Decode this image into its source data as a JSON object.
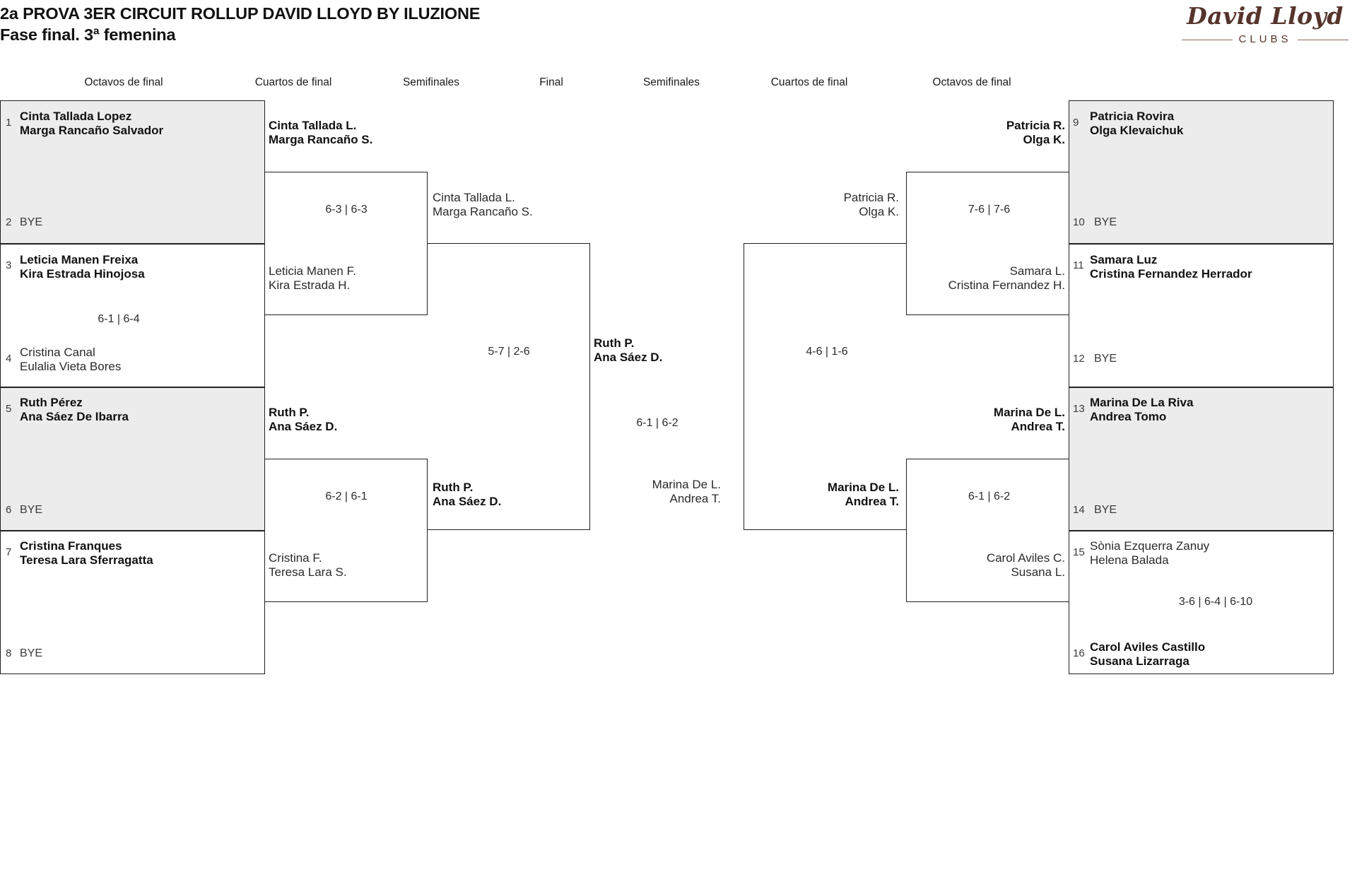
{
  "header": {
    "title_line1": "2a PROVA 3ER CIRCUIT ROLLUP DAVID LLOYD BY ILUZIONE",
    "title_line2": "Fase final. 3ª femenina",
    "logo_script": "David Lloyd",
    "logo_sub": "CLUBS"
  },
  "round_headers": {
    "l_r16": "Octavos de final",
    "l_qf": "Cuartos de final",
    "l_sf": "Semifinales",
    "final": "Final",
    "r_sf": "Semifinales",
    "r_qf": "Cuartos de final",
    "r_r16": "Octavos de final"
  },
  "bracket": {
    "left_r16": [
      {
        "seed": "1",
        "line1": "Cinta Tallada Lopez",
        "line2": "Marga Rancaño Salvador",
        "status": "win"
      },
      {
        "seed": "2",
        "line1": "BYE",
        "line2": "",
        "status": "bye"
      },
      {
        "seed": "3",
        "line1": "Leticia Manen Freixa",
        "line2": "Kira Estrada Hinojosa",
        "status": "win"
      },
      {
        "seed": "4",
        "line1": "Cristina Canal",
        "line2": "Eulalia Vieta Bores",
        "status": "lose"
      },
      {
        "seed": "5",
        "line1": "Ruth Pérez",
        "line2": "Ana Sáez De Ibarra",
        "status": "win"
      },
      {
        "seed": "6",
        "line1": "BYE",
        "line2": "",
        "status": "bye"
      },
      {
        "seed": "7",
        "line1": "Cristina Franques",
        "line2": "Teresa Lara Sferragatta",
        "status": "win"
      },
      {
        "seed": "8",
        "line1": "BYE",
        "line2": "",
        "status": "bye"
      }
    ],
    "right_r16": [
      {
        "seed": "9",
        "line1": "Patricia Rovira",
        "line2": "Olga Klevaichuk",
        "status": "win"
      },
      {
        "seed": "10",
        "line1": "BYE",
        "line2": "",
        "status": "bye"
      },
      {
        "seed": "11",
        "line1": "Samara Luz",
        "line2": "Cristina Fernandez Herrador",
        "status": "win"
      },
      {
        "seed": "12",
        "line1": "BYE",
        "line2": "",
        "status": "bye"
      },
      {
        "seed": "13",
        "line1": "Marina De La Riva",
        "line2": "Andrea Tomo",
        "status": "win"
      },
      {
        "seed": "14",
        "line1": "BYE",
        "line2": "",
        "status": "bye"
      },
      {
        "seed": "15",
        "line1": "Sònia Ezquerra Zanuy",
        "line2": "Helena Balada",
        "status": "lose"
      },
      {
        "seed": "16",
        "line1": "Carol Aviles Castillo",
        "line2": "Susana Lizarraga",
        "status": "win"
      }
    ],
    "left_r16_scores": [
      {
        "value": ""
      },
      {
        "value": "6-1 | 6-4"
      },
      {
        "value": ""
      },
      {
        "value": ""
      }
    ],
    "right_r16_scores": [
      {
        "value": ""
      },
      {
        "value": ""
      },
      {
        "value": ""
      },
      {
        "value": "3-6 | 6-4 | 6-10"
      }
    ],
    "left_qf": [
      {
        "line1": "Cinta Tallada L.",
        "line2": "Marga Rancaño S.",
        "status": "win"
      },
      {
        "line1": "Leticia Manen F.",
        "line2": "Kira Estrada H.",
        "status": "lose"
      },
      {
        "line1": "Ruth P.",
        "line2": "Ana Sáez D.",
        "status": "win"
      },
      {
        "line1": "Cristina F.",
        "line2": "Teresa Lara S.",
        "status": "lose"
      }
    ],
    "left_qf_scores": [
      {
        "value": "6-3 | 6-3"
      },
      {
        "value": "6-2 | 6-1"
      }
    ],
    "right_qf": [
      {
        "line1": "Patricia R.",
        "line2": "Olga K.",
        "status": "win"
      },
      {
        "line1": "Samara L.",
        "line2": "Cristina Fernandez H.",
        "status": "lose"
      },
      {
        "line1": "Marina De L.",
        "line2": "Andrea T.",
        "status": "win"
      },
      {
        "line1": "Carol Aviles C.",
        "line2": "Susana L.",
        "status": "lose"
      }
    ],
    "right_qf_scores": [
      {
        "value": "7-6 | 7-6"
      },
      {
        "value": "6-1 | 6-2"
      }
    ],
    "left_sf": [
      {
        "line1": "Cinta Tallada L.",
        "line2": "Marga Rancaño S.",
        "status": "lose"
      },
      {
        "line1": "Ruth P.",
        "line2": "Ana Sáez D.",
        "status": "win"
      }
    ],
    "left_sf_score": "5-7 | 2-6",
    "right_sf": [
      {
        "line1": "Patricia R.",
        "line2": "Olga K.",
        "status": "lose"
      },
      {
        "line1": "Marina De L.",
        "line2": "Andrea T.",
        "status": "win"
      }
    ],
    "right_sf_score": "4-6 | 1-6",
    "final": [
      {
        "line1": "Ruth P.",
        "line2": "Ana Sáez D.",
        "status": "win"
      },
      {
        "line1": "Marina De L.",
        "line2": "Andrea T.",
        "status": "lose"
      }
    ],
    "final_score": "6-1 | 6-2"
  }
}
